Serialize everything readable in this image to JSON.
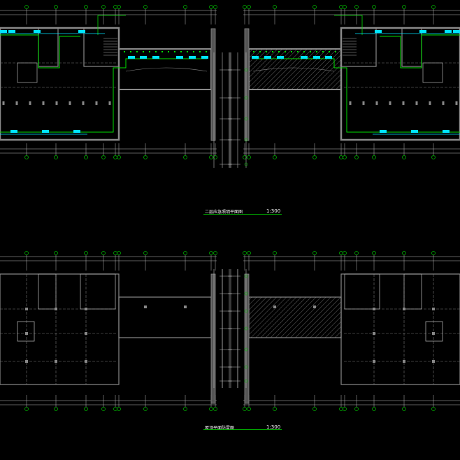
{
  "drawings": [
    {
      "title": "二层应急照明平面图",
      "scale": "1:300"
    },
    {
      "title": "屋顶平面防雷图",
      "scale": "1:300"
    }
  ],
  "colors": {
    "background": "#000000",
    "wall": "#8a8a8a",
    "wiring": "#00e000",
    "fixture": "#00e5ff",
    "axis": "#00c000",
    "text": "#ffffff"
  }
}
